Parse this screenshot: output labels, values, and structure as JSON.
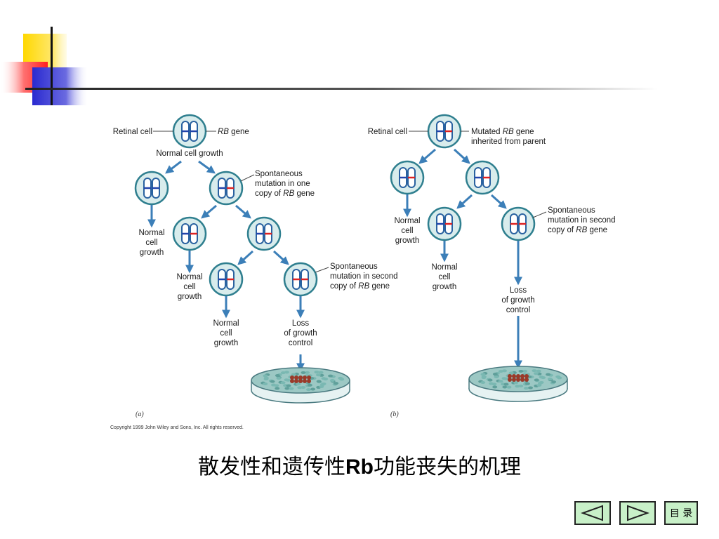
{
  "colors": {
    "cell_fill": "#d8ecec",
    "cell_stroke": "#2f7f8f",
    "chromosome": "#2a62a0",
    "normal_gene": "#2244aa",
    "mutant_gene": "#dd2222",
    "arrow": "#3c7fb8",
    "nav_fill": "#c8f0c8"
  },
  "panel_a": {
    "retinal_cell": "Retinal cell",
    "rb_gene": "RB gene",
    "normal_cell_growth": "Normal cell growth",
    "spont_one": [
      "Spontaneous",
      "mutation in one",
      "copy of RB gene"
    ],
    "normal_growth_1": [
      "Normal",
      "cell",
      "growth"
    ],
    "normal_growth_2": [
      "Normal",
      "cell",
      "growth"
    ],
    "normal_growth_3": [
      "Normal",
      "cell",
      "growth"
    ],
    "spont_second": [
      "Spontaneous",
      "mutation in second",
      "copy of RB gene"
    ],
    "loss": [
      "Loss",
      "of growth",
      "control"
    ],
    "label": "(a)"
  },
  "panel_b": {
    "retinal_cell": "Retinal cell",
    "mutated_rb": [
      "Mutated RB gene",
      "inherited from parent"
    ],
    "normal_growth_1": [
      "Normal",
      "cell",
      "growth"
    ],
    "normal_growth_2": [
      "Normal",
      "cell",
      "growth"
    ],
    "spont_second": [
      "Spontaneous",
      "mutation in second",
      "copy of RB gene"
    ],
    "loss": [
      "Loss",
      "of growth",
      "control"
    ],
    "label": "(b)"
  },
  "copyright": "Copyright 1999 John Wiley and Sons, Inc. All rights reserved.",
  "caption": {
    "pre": "散发性和遗传性",
    "bold": "Rb",
    "post": "功能丧失的机理"
  },
  "nav": {
    "toc": "目 录"
  }
}
